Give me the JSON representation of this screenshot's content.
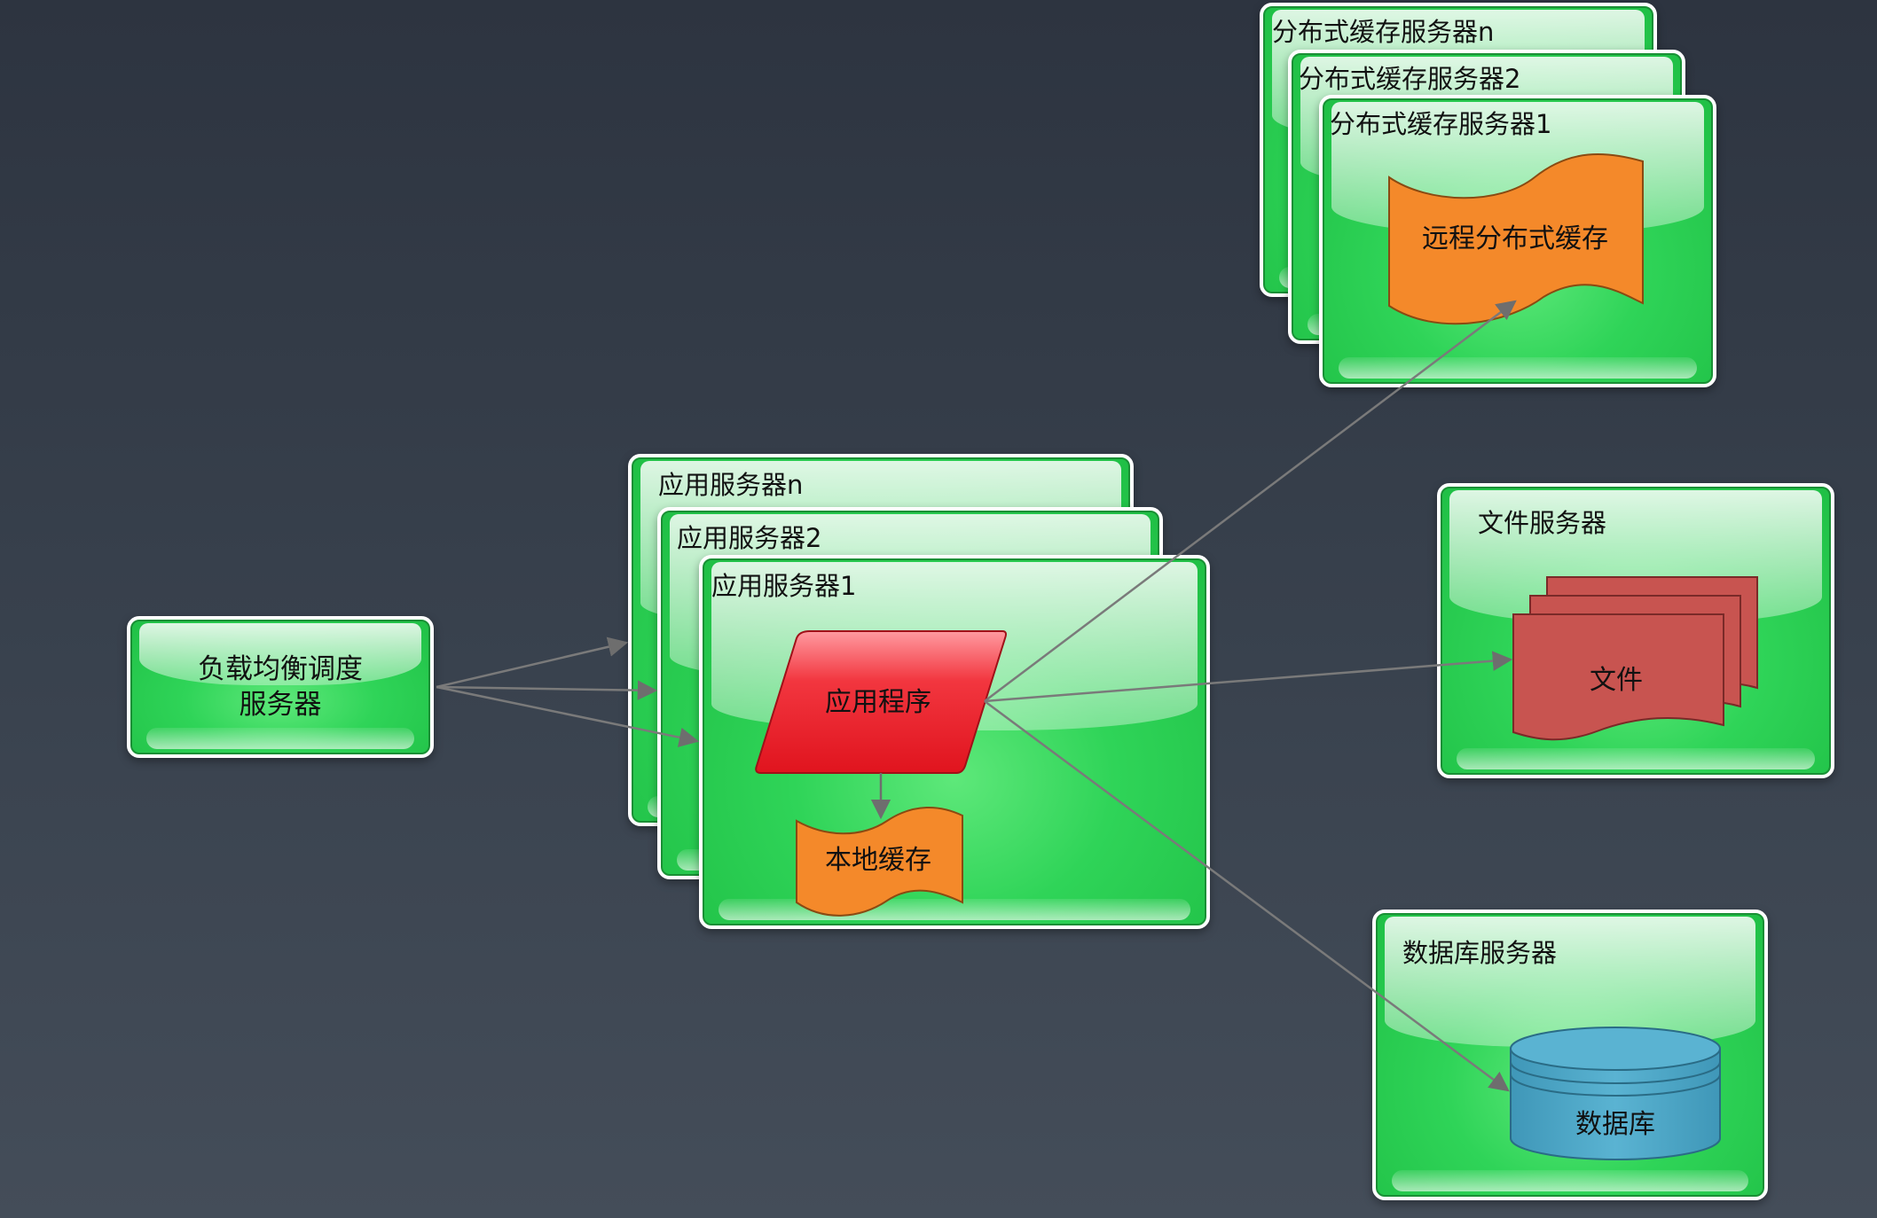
{
  "load_balancer": {
    "line1": "负载均衡调度",
    "line2": "服务器"
  },
  "app_servers": [
    "应用服务器n",
    "应用服务器2",
    "应用服务器1"
  ],
  "app_program": "应用程序",
  "local_cache": "本地缓存",
  "cache_servers": [
    "分布式缓存服务器n",
    "分布式缓存服务器2",
    "分布式缓存服务器1"
  ],
  "remote_cache": "远程分布式缓存",
  "file_server": {
    "title": "文件服务器",
    "file": "文件"
  },
  "db_server": {
    "title": "数据库服务器",
    "db": "数据库"
  },
  "colors": {
    "server_green": "#2fd458",
    "app_program_red": "#f0303a",
    "cache_orange": "#f4892a",
    "file_red": "#c85450",
    "db_blue": "#4ea8c8"
  }
}
